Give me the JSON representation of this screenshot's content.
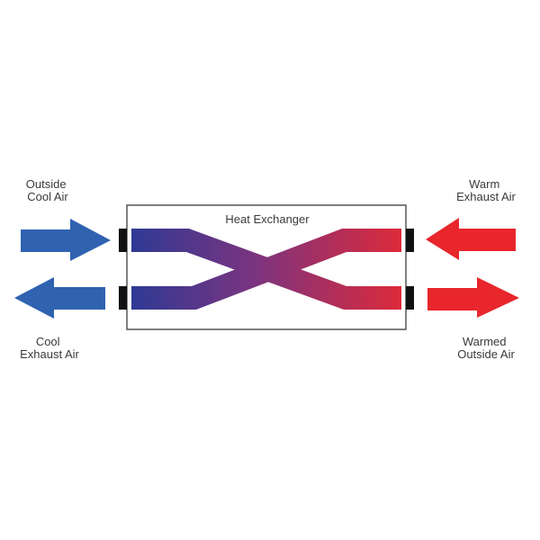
{
  "title": "Heat Exchanger",
  "labels": {
    "outside_cool_air": [
      "Outside",
      "Cool Air"
    ],
    "cool_exhaust_air": [
      "Cool",
      "Exhaust Air"
    ],
    "warm_exhaust_air": [
      "Warm",
      "Exhaust Air"
    ],
    "warmed_outside_air": [
      "Warmed",
      "Outside Air"
    ]
  },
  "colors": {
    "cool": "#2f62b0",
    "warm": "#e8262c",
    "duct_cool": "#2e3a94",
    "duct_warm": "#dd2a3a"
  }
}
